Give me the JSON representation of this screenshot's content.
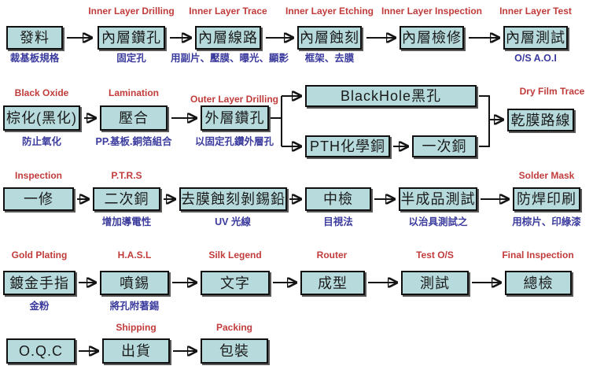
{
  "title": "PCB manufacturing process flow",
  "palette": {
    "box_fill": "#b7dbdd",
    "box_border": "#101010",
    "stage_tag_red": "#c23b3b",
    "note_blue": "#3b3b9e",
    "background": "#ffffff",
    "arrow": "#141414"
  },
  "rows": [
    {
      "steps": [
        {
          "label": "發料",
          "note": "裁基板規格"
        },
        {
          "tag": "Inner Layer Drilling",
          "label": "內層鑽孔",
          "note": "固定孔"
        },
        {
          "tag": "Inner Layer Trace",
          "label": "內層線路",
          "note": "用副片、壓膜、曝光、顯影"
        },
        {
          "tag": "Inner Layer Etching",
          "label": "內層蝕刻",
          "note": "框架、去膜"
        },
        {
          "tag": "Inner Layer Inspection",
          "label": "內層檢修"
        },
        {
          "tag": "Inner Layer Test",
          "label": "內層測試",
          "note": "O/S A.O.I"
        }
      ]
    },
    {
      "steps": [
        {
          "tag": "Black Oxide",
          "label": "棕化(黑化)",
          "note": "防止氧化"
        },
        {
          "tag": "Lamination",
          "label": "壓合",
          "note": "PP.基板.銅箔組合"
        },
        {
          "tag": "Outer Layer Drilling",
          "label": "外層鑽孔",
          "note": "以固定孔鑽外層孔"
        },
        {
          "label": "BlackHole黑孔"
        },
        {
          "label": "PTH化學銅"
        },
        {
          "label": "一次銅"
        },
        {
          "tag": "Dry Film Trace",
          "label": "乾膜路線"
        }
      ]
    },
    {
      "steps": [
        {
          "tag": "Inspection",
          "label": "一修"
        },
        {
          "tag": "P.T.R.S",
          "label": "二次銅",
          "note": "增加導電性"
        },
        {
          "label": "去膜蝕刻剝錫鉛",
          "note": "UV 光線"
        },
        {
          "label": "中檢",
          "note": "目視法"
        },
        {
          "label": "半成品測試",
          "note": "以治具測試之"
        },
        {
          "tag": "Solder Mask",
          "label": "防焊印刷",
          "note": "用棕片、印綠漆"
        }
      ]
    },
    {
      "steps": [
        {
          "tag": "Gold Plating",
          "label": "鍍金手指",
          "note": "金粉"
        },
        {
          "tag": "H.A.S.L",
          "label": "噴錫",
          "note": "將孔附著錫"
        },
        {
          "tag": "Silk Legend",
          "label": "文字"
        },
        {
          "tag": "Router",
          "label": "成型"
        },
        {
          "tag": "Test O/S",
          "label": "測試"
        },
        {
          "tag": "Final Inspection",
          "label": "總檢"
        }
      ]
    },
    {
      "steps": [
        {
          "label": "O.Q.C"
        },
        {
          "tag": "Shipping",
          "label": "出貨"
        },
        {
          "tag": "Packing",
          "label": "包裝"
        }
      ]
    }
  ],
  "connections": [
    [
      "發料",
      "內層鑽孔"
    ],
    [
      "內層鑽孔",
      "內層線路"
    ],
    [
      "內層線路",
      "內層蝕刻"
    ],
    [
      "內層蝕刻",
      "內層檢修"
    ],
    [
      "內層檢修",
      "內層測試"
    ],
    [
      "棕化(黑化)",
      "壓合"
    ],
    [
      "壓合",
      "外層鑽孔"
    ],
    [
      "外層鑽孔",
      "BlackHole黑孔"
    ],
    [
      "外層鑽孔",
      "PTH化學銅"
    ],
    [
      "PTH化學銅",
      "一次銅"
    ],
    [
      "BlackHole黑孔",
      "乾膜路線"
    ],
    [
      "一次銅",
      "乾膜路線"
    ],
    [
      "一修",
      "二次銅"
    ],
    [
      "二次銅",
      "去膜蝕刻剝錫鉛"
    ],
    [
      "去膜蝕刻剝錫鉛",
      "中檢"
    ],
    [
      "中檢",
      "半成品測試"
    ],
    [
      "半成品測試",
      "防焊印刷"
    ],
    [
      "鍍金手指",
      "噴錫"
    ],
    [
      "噴錫",
      "文字"
    ],
    [
      "文字",
      "成型"
    ],
    [
      "成型",
      "測試"
    ],
    [
      "測試",
      "總檢"
    ],
    [
      "O.Q.C",
      "出貨"
    ],
    [
      "出貨",
      "包裝"
    ]
  ]
}
